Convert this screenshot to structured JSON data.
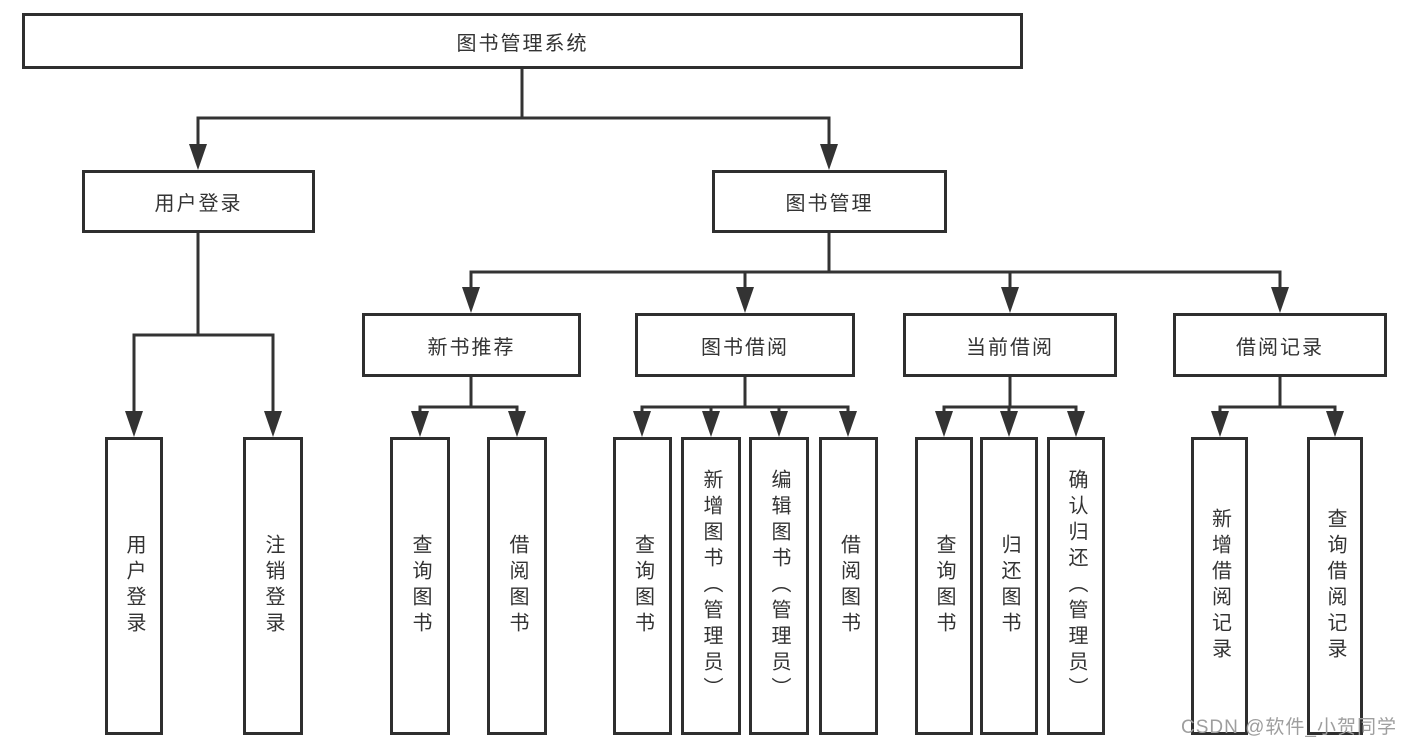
{
  "diagram": {
    "root": "图书管理系统",
    "level2": {
      "user_login": "用户登录",
      "book_mgmt": "图书管理"
    },
    "level3": {
      "new_book": "新书推荐",
      "book_borrow": "图书借阅",
      "current_borrow": "当前借阅",
      "borrow_records": "借阅记录"
    },
    "leaves": {
      "ul_login": "用户登录",
      "ul_logout": "注销登录",
      "nb_query": "查询图书",
      "nb_borrow": "借阅图书",
      "bb_query": "查询图书",
      "bb_add": "新增图书（管理员）",
      "bb_edit": "编辑图书（管理员）",
      "bb_borrow": "借阅图书",
      "cb_query": "查询图书",
      "cb_return": "归还图书",
      "cb_confirm": "确认归还（管理员）",
      "br_add": "新增借阅记录",
      "br_query": "查询借阅记录"
    },
    "hierarchy": {
      "图书管理系统": {
        "用户登录": [
          "用户登录",
          "注销登录"
        ],
        "图书管理": {
          "新书推荐": [
            "查询图书",
            "借阅图书"
          ],
          "图书借阅": [
            "查询图书",
            "新增图书（管理员）",
            "编辑图书（管理员）",
            "借阅图书"
          ],
          "当前借阅": [
            "查询图书",
            "归还图书",
            "确认归还（管理员）"
          ],
          "借阅记录": [
            "新增借阅记录",
            "查询借阅记录"
          ]
        }
      }
    }
  },
  "watermark": "CSDN @软件_小贺同学",
  "colors": {
    "line": "#333333",
    "text": "#333333",
    "background": "#ffffff",
    "watermark": "#9e9e9e"
  }
}
